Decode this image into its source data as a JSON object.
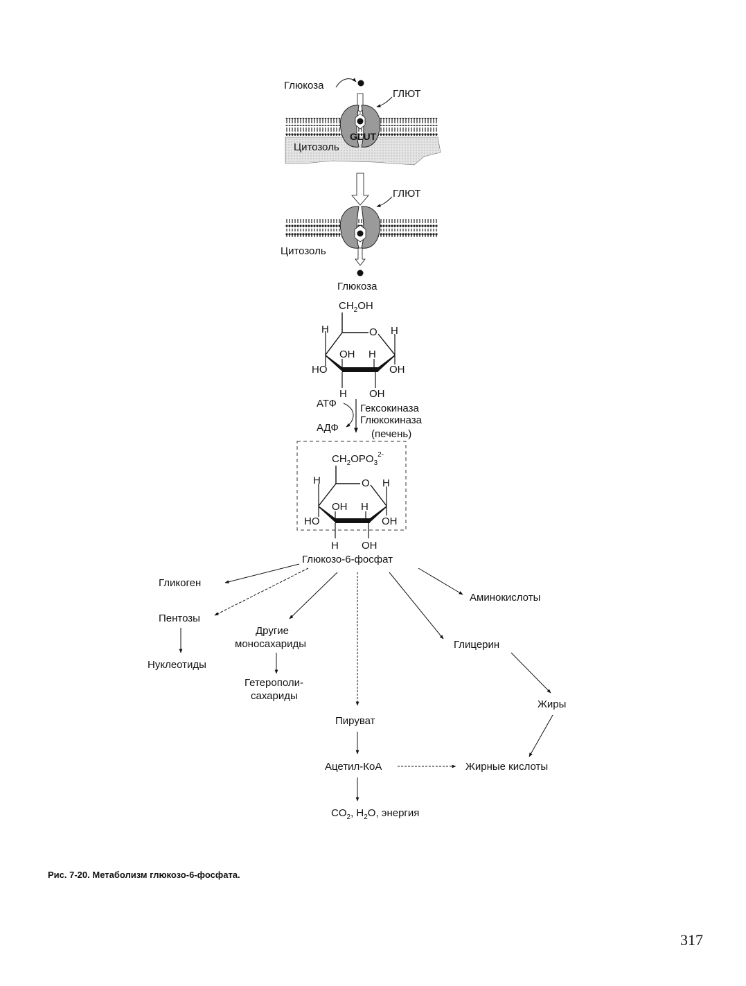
{
  "transport": {
    "glucose_outside": "Глюкоза",
    "glut_top": "ГЛЮТ",
    "glut_inner": "GLUT",
    "cytosol_top": "Цитозоль",
    "glut_bottom": "ГЛЮТ",
    "cytosol_bottom": "Цитозоль",
    "glucose_inside": "Глюкоза"
  },
  "glucose": {
    "ch2oh": "CH",
    "ch2oh_sub": "2",
    "ch2oh_tail": "OH",
    "ring_o": "O",
    "h_left": "H",
    "h_right": "H",
    "oh_inner": "OH",
    "h_inner": "H",
    "ho_left": "HO",
    "oh_right": "OH",
    "h_bottom": "H",
    "oh_bottom": "OH"
  },
  "reaction": {
    "atp": "АТФ",
    "adp": "АДФ",
    "enzyme1": "Гексокиназа",
    "enzyme2": "Глюкокиназа",
    "enzyme_note": "(печень)"
  },
  "g6p": {
    "ch2": "CH",
    "ch2_sub": "2",
    "opo": "OPO",
    "opo_sub": "3",
    "opo_sup": "2-",
    "ring_o": "O",
    "h_left": "H",
    "h_right": "H",
    "oh_inner": "OH",
    "h_inner": "H",
    "ho_left": "HO",
    "oh_right": "OH",
    "h_bottom": "H",
    "oh_bottom": "OH",
    "name": "Глюкозо-6-фосфат"
  },
  "products": {
    "glycogen": "Гликоген",
    "pentoses": "Пентозы",
    "nucleotides": "Нуклеотиды",
    "other_mono_1": "Другие",
    "other_mono_2": "моносахариды",
    "hetero_1": "Гетерополи-",
    "hetero_2": "сахариды",
    "amino_acids": "Аминокислоты",
    "glycerol": "Глицерин",
    "fats": "Жиры",
    "pyruvate": "Пируват",
    "acetyl_coa": "Ацетил-КоА",
    "fatty_acids": "Жирные кислоты",
    "co2": "CO",
    "co2_sub": "2",
    "h2o_sep": ", H",
    "h2o_sub": "2",
    "h2o_tail": "O, энергия"
  },
  "caption": "Рис. 7-20. Метаболизм глюкозо-6-фосфата.",
  "page_number": "317"
}
